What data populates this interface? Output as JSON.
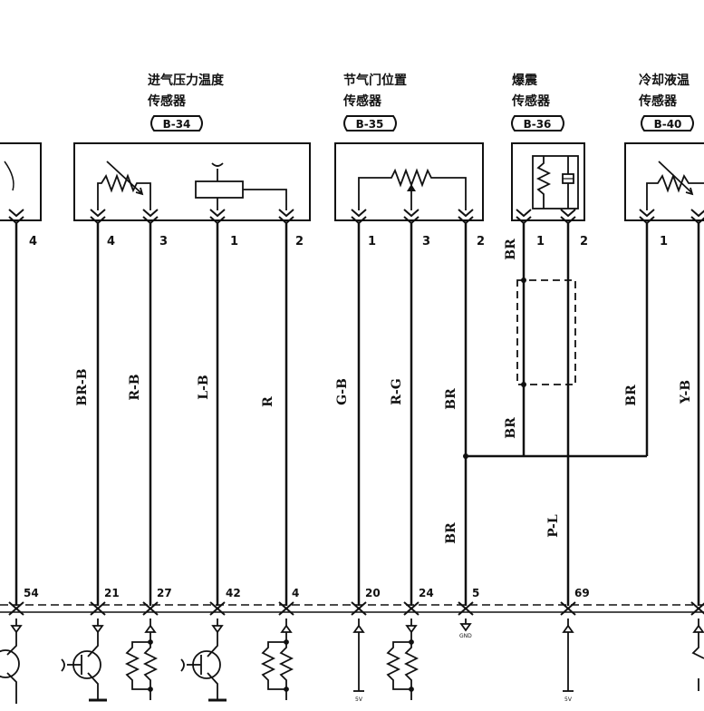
{
  "sensors": [
    {
      "id": "s1",
      "title_line1": "进气压力温度",
      "title_line2": "传感器",
      "code": "B-34"
    },
    {
      "id": "s2",
      "title_line1": "节气门位置",
      "title_line2": "传感器",
      "code": "B-35"
    },
    {
      "id": "s3",
      "title_line1": "爆震",
      "title_line2": "传感器",
      "code": "B-36"
    },
    {
      "id": "s4",
      "title_line1": "冷却液温",
      "title_line2": "传感器",
      "code": "B-40"
    }
  ],
  "connector_pins": [
    "4",
    "4",
    "3",
    "1",
    "2",
    "1",
    "3",
    "2",
    "1",
    "2",
    "1"
  ],
  "wire_labels": [
    "BR-B",
    "R-B",
    "L-B",
    "R",
    "G-B",
    "R-G",
    "BR",
    "BR",
    "BR",
    "BR",
    "P-L",
    "BR",
    "Y-B"
  ],
  "ecu_pins": [
    "54",
    "21",
    "27",
    "42",
    "4",
    "20",
    "24",
    "5",
    "69"
  ],
  "ground_labels": [
    "5V",
    "GND",
    "5V"
  ]
}
